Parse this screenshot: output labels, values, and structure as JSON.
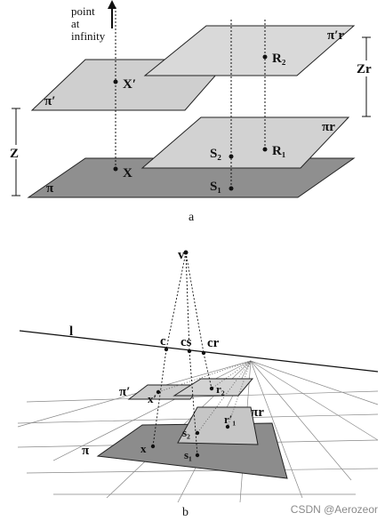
{
  "panel_a": {
    "note": [
      "point",
      "at",
      "infinity"
    ],
    "labels": {
      "pi_prime": "π′",
      "pi": "π",
      "pi_r_prime": "π′r",
      "pi_r": "πr",
      "X_prime": "X′",
      "X": "X",
      "R2": "R₂",
      "R1": "R₁",
      "S2": "S₂",
      "S1": "S₁",
      "Z": "Z",
      "Z_r": "Zr"
    },
    "caption": "a"
  },
  "panel_b": {
    "labels": {
      "v": "v",
      "l": "l",
      "c": "c",
      "c_s": "cs",
      "c_r": "cr",
      "pi_prime": "π′",
      "pi": "π",
      "pi_r": "πr",
      "x_prime": "x′",
      "x": "x",
      "r2": "r₂",
      "r1": "r′₁",
      "s2": "s₂",
      "s1": "s₁"
    },
    "caption": "b"
  },
  "watermark": "CSDN @Aerozeor",
  "colors": {
    "plane_light": "#d6d6d6",
    "plane_mid": "#c4c4c4",
    "plane_dark": "#8c8c8c",
    "line": "#111111"
  }
}
